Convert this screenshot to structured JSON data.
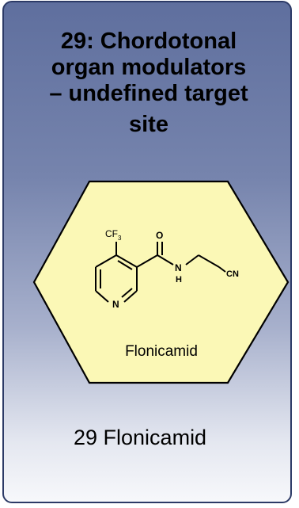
{
  "card": {
    "title_lines": [
      "29: Chordotonal",
      "organ modulators",
      "– undefined target",
      "site"
    ],
    "compound": {
      "name": "Flonicamid",
      "atoms": {
        "cf3_c": "CF",
        "cf3_sub": "3",
        "oxygen": "O",
        "amide_n": "N",
        "amide_h": "H",
        "ring_n": "N",
        "nitrile": "CN"
      }
    },
    "caption": "29 Flonicamid"
  },
  "colors": {
    "hexagon_fill": "#fbf8b6",
    "border": "#2c3a66",
    "gradient_top": "#5f6f9e",
    "gradient_bottom": "#f7f8fb"
  }
}
